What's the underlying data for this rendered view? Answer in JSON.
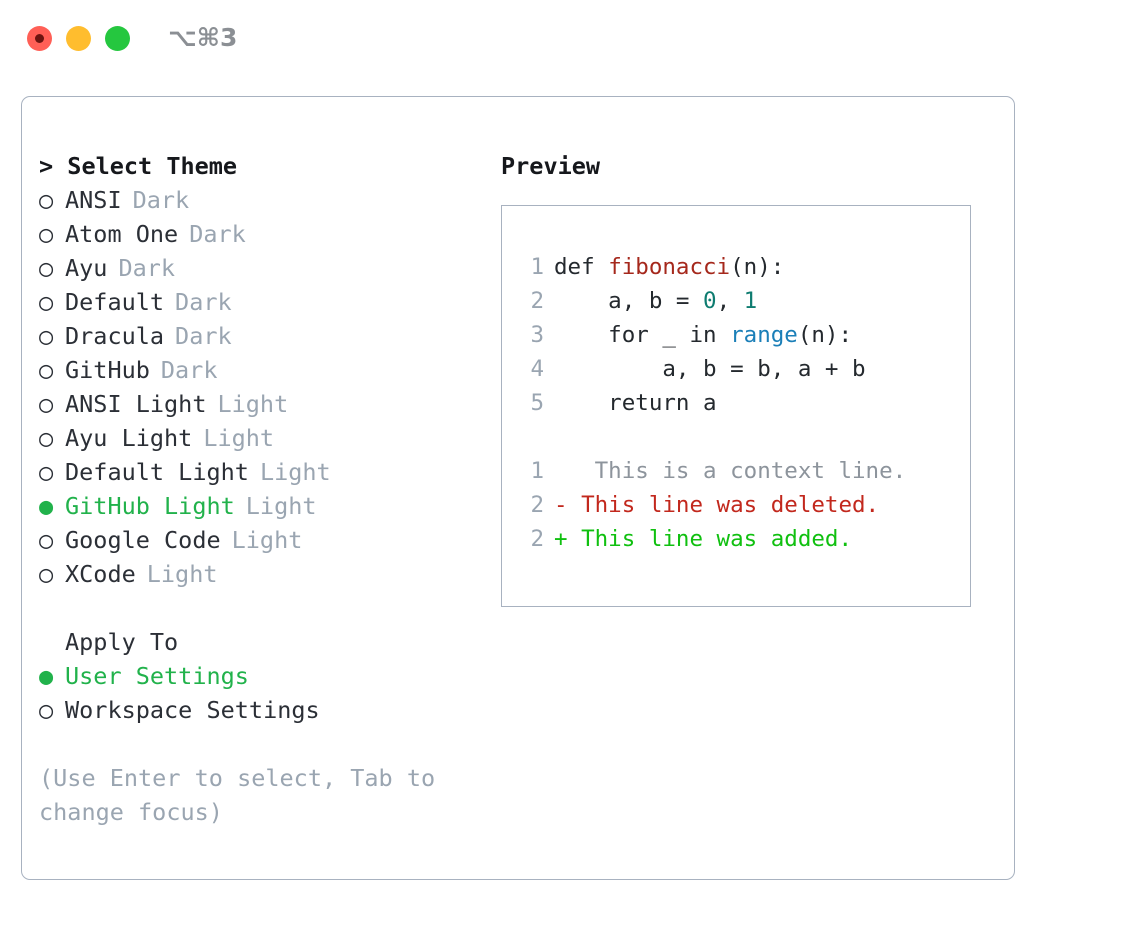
{
  "titlebar": {
    "shortcut": "⌥⌘3",
    "lights": [
      {
        "name": "close-button",
        "color": "#ff5f56"
      },
      {
        "name": "minimize-button",
        "color": "#ffbd2e"
      },
      {
        "name": "maximize-button",
        "color": "#25c73f"
      }
    ]
  },
  "theme_picker": {
    "header": "> Select Theme",
    "items": [
      {
        "marker": "○",
        "label": "ANSI",
        "variant": "Dark",
        "selected": false
      },
      {
        "marker": "○",
        "label": "Atom One",
        "variant": "Dark",
        "selected": false
      },
      {
        "marker": "○",
        "label": "Ayu",
        "variant": "Dark",
        "selected": false
      },
      {
        "marker": "○",
        "label": "Default",
        "variant": "Dark",
        "selected": false
      },
      {
        "marker": "○",
        "label": "Dracula",
        "variant": "Dark",
        "selected": false
      },
      {
        "marker": "○",
        "label": "GitHub",
        "variant": "Dark",
        "selected": false
      },
      {
        "marker": "○",
        "label": "ANSI Light",
        "variant": "Light",
        "selected": false
      },
      {
        "marker": "○",
        "label": "Ayu Light",
        "variant": "Light",
        "selected": false
      },
      {
        "marker": "○",
        "label": "Default Light",
        "variant": "Light",
        "selected": false
      },
      {
        "marker": "●",
        "label": "GitHub Light",
        "variant": "Light",
        "selected": true
      },
      {
        "marker": "○",
        "label": "Google Code",
        "variant": "Light",
        "selected": false
      },
      {
        "marker": "○",
        "label": "XCode",
        "variant": "Light",
        "selected": false
      }
    ]
  },
  "apply_to": {
    "header": "Apply To",
    "items": [
      {
        "marker": "●",
        "label": "User Settings",
        "selected": true
      },
      {
        "marker": "○",
        "label": "Workspace Settings",
        "selected": false
      }
    ]
  },
  "hint": "(Use Enter to select, Tab to change focus)",
  "preview": {
    "header": "Preview",
    "code_lines": [
      {
        "number": "1",
        "tokens": [
          {
            "text": "def ",
            "type": "plain"
          },
          {
            "text": "fibonacci",
            "type": "func"
          },
          {
            "text": "(n):",
            "type": "plain"
          }
        ]
      },
      {
        "number": "2",
        "tokens": [
          {
            "text": "    a, b = ",
            "type": "plain"
          },
          {
            "text": "0",
            "type": "num"
          },
          {
            "text": ", ",
            "type": "plain"
          },
          {
            "text": "1",
            "type": "num"
          }
        ]
      },
      {
        "number": "3",
        "tokens": [
          {
            "text": "    for _ in ",
            "type": "plain"
          },
          {
            "text": "range",
            "type": "call"
          },
          {
            "text": "(n):",
            "type": "plain"
          }
        ]
      },
      {
        "number": "4",
        "tokens": [
          {
            "text": "        a, b = b, a + b",
            "type": "plain"
          }
        ]
      },
      {
        "number": "5",
        "tokens": [
          {
            "text": "    return a",
            "type": "plain"
          }
        ]
      }
    ],
    "diff_lines": [
      {
        "number": "1",
        "sign": " ",
        "text": "  This is a context line.",
        "type": "context"
      },
      {
        "number": "2",
        "sign": "-",
        "text": " This line was deleted.",
        "type": "deleted"
      },
      {
        "number": "2",
        "sign": "+",
        "text": " This line was added.",
        "type": "added"
      }
    ]
  },
  "colors": {
    "selected_green": "#21b24b",
    "muted": "#9aa5b1",
    "text": "#2b2f36",
    "border": "#a8b2c0",
    "syntax_function": "#a5281c",
    "syntax_number": "#0e7c70",
    "syntax_call": "#1b7fb8",
    "diff_added": "#10c010",
    "diff_deleted": "#c2281d",
    "diff_context": "#8d949c"
  }
}
